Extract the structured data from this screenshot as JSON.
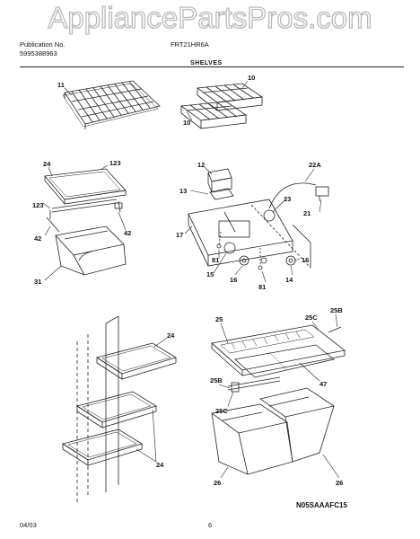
{
  "watermark": "AppliancePartsPros.com",
  "header": {
    "publication_label": "Publication No.",
    "publication_number": "5995388963",
    "model": "FRT21HR6A",
    "section": "SHELVES"
  },
  "callouts": {
    "c11": "11",
    "c10a": "10",
    "c10b": "10",
    "c24a": "24",
    "c123a": "123",
    "c123b": "123",
    "c42a": "42",
    "c42b": "42",
    "c31": "31",
    "c12": "12",
    "c22A": "22A",
    "c13": "13",
    "c23": "23",
    "c17": "17",
    "c21": "21",
    "c81a": "81",
    "c81b": "81",
    "c15": "15",
    "c16a": "16",
    "c16b": "16",
    "c14": "14",
    "c24b": "24",
    "c24c": "24",
    "c25": "25",
    "c25C_a": "25C",
    "c25B_a": "25B",
    "c47": "47",
    "c25B_b": "25B",
    "c25C_b": "25C",
    "c26a": "26",
    "c26b": "26"
  },
  "diagram_code": "N05SAAAFC15",
  "footer": {
    "date": "04/03",
    "page": "6"
  }
}
